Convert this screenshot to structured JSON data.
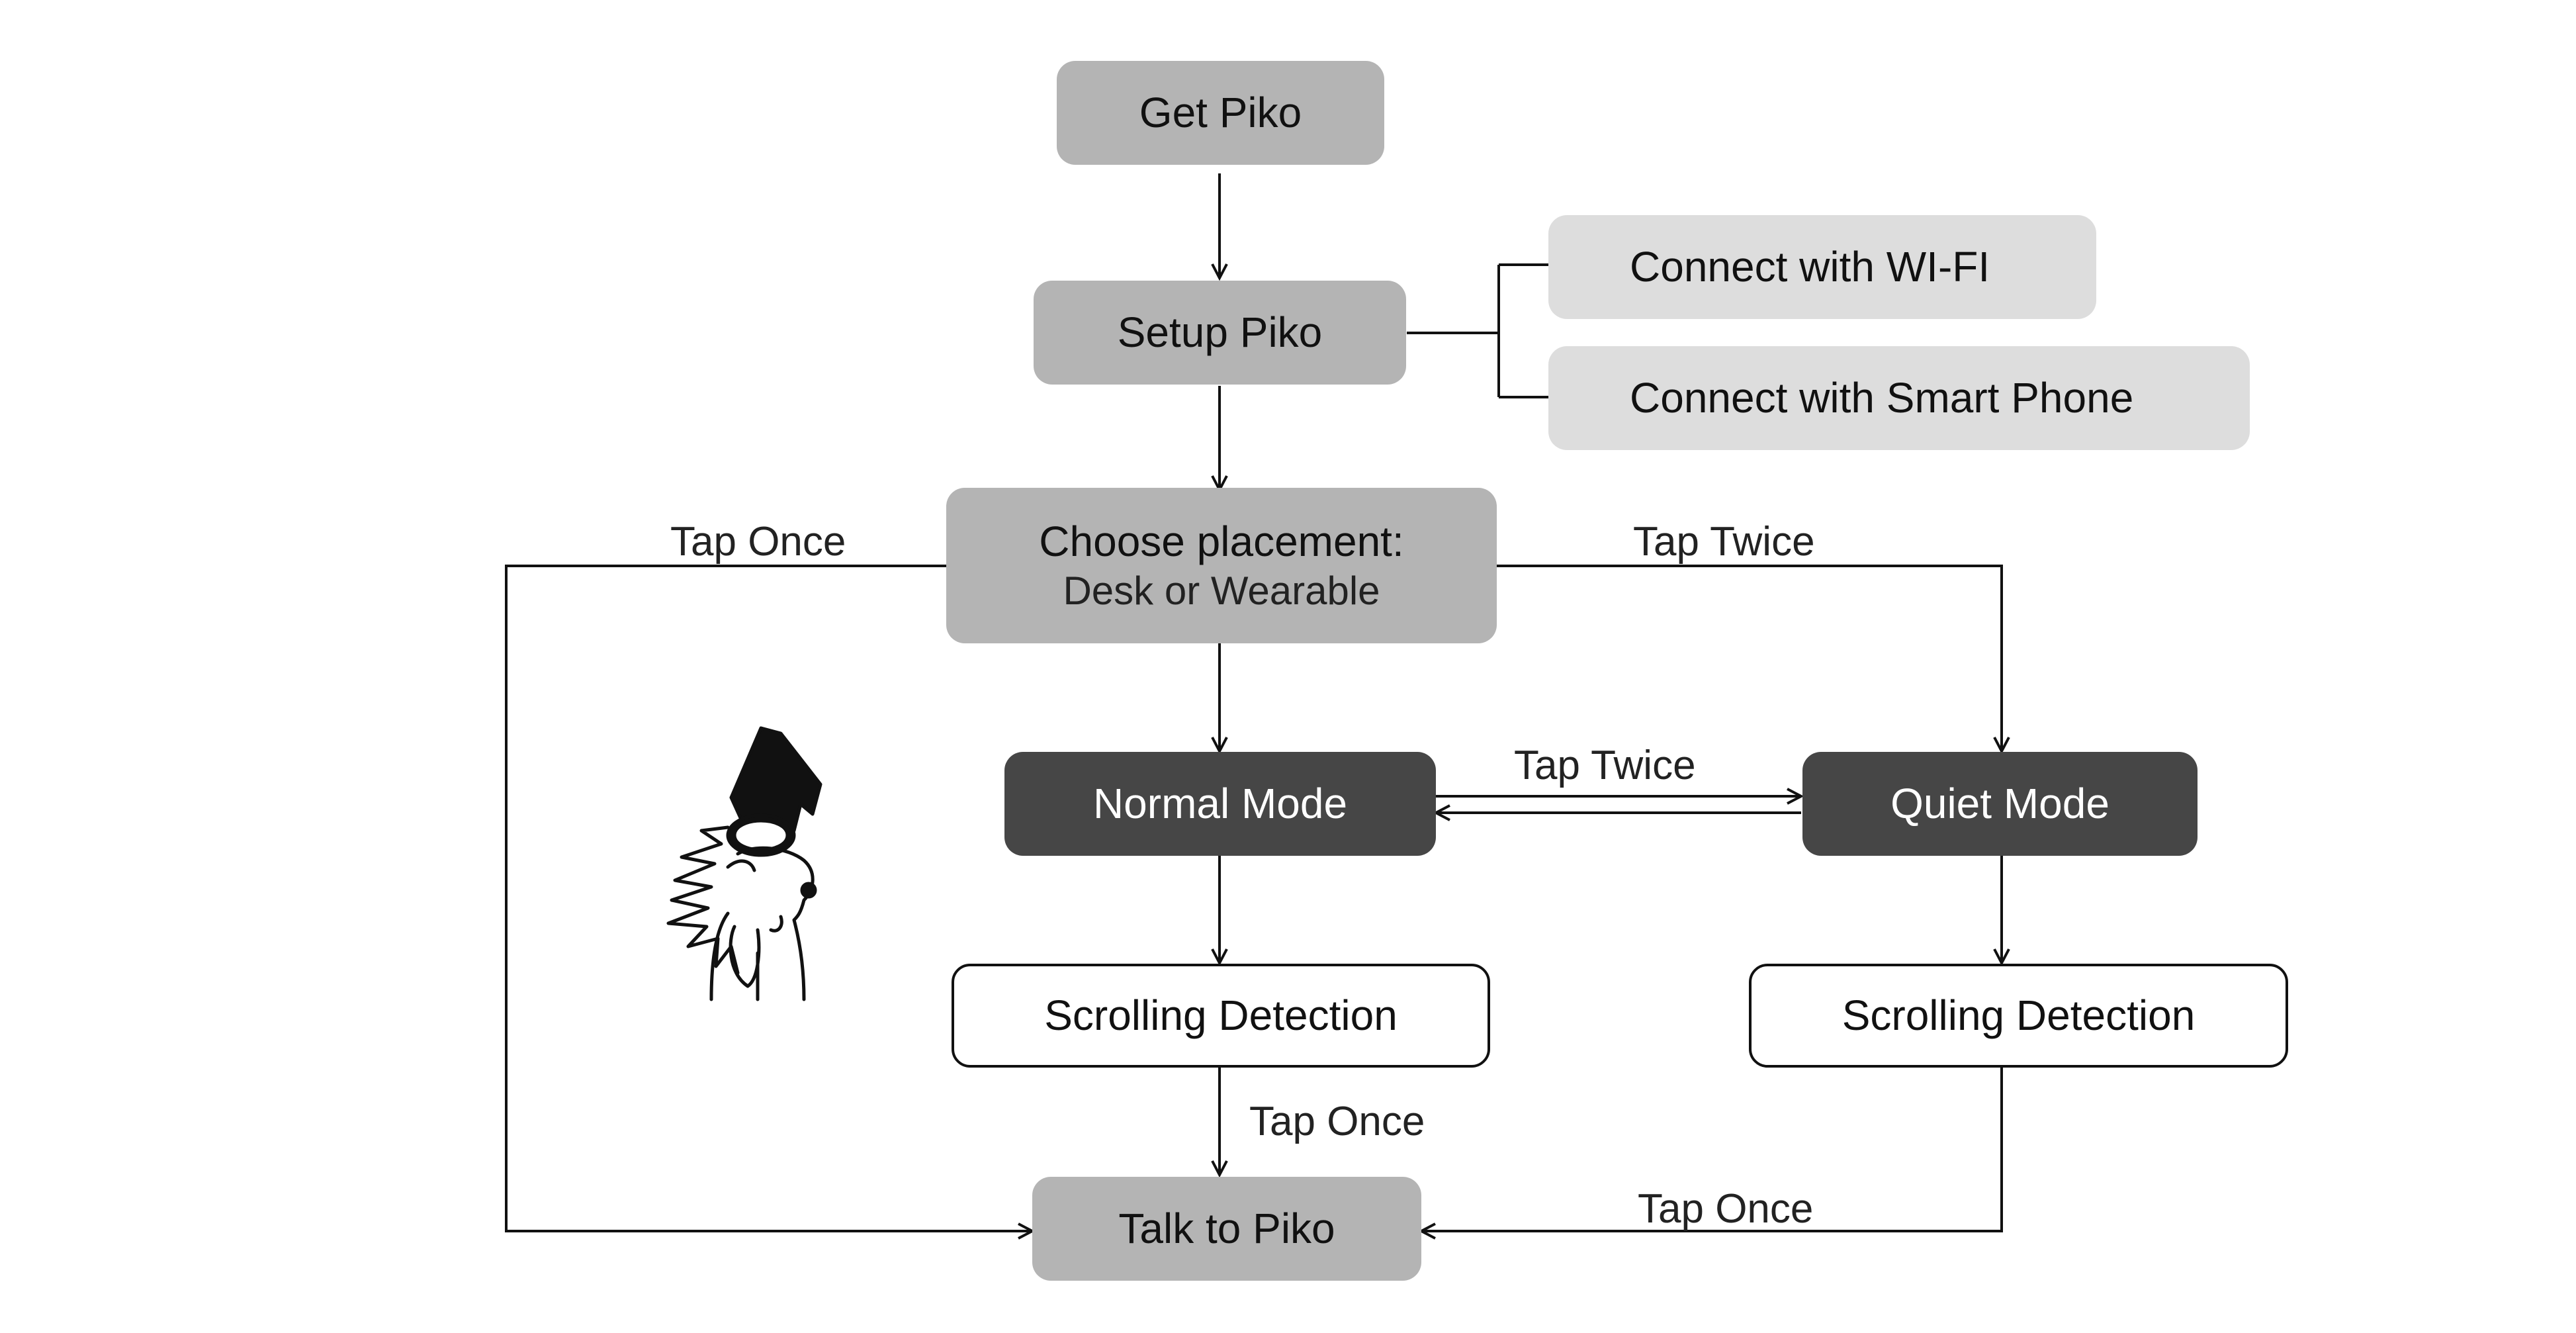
{
  "nodes": {
    "get_piko": "Get Piko",
    "setup_piko": "Setup Piko",
    "connect_wifi": "Connect with WI-FI",
    "connect_phone": "Connect with Smart Phone",
    "choose_placement_title": "Choose placement:",
    "choose_placement_sub": "Desk or Wearable",
    "normal_mode": "Normal Mode",
    "quiet_mode": "Quiet Mode",
    "scrolling_left": "Scrolling Detection",
    "scrolling_right": "Scrolling Detection",
    "talk_to_piko": "Talk to Piko"
  },
  "edge_labels": {
    "tap_once_left": "Tap Once",
    "tap_twice_right": "Tap Twice",
    "tap_twice_modes": "Tap Twice",
    "tap_once_center": "Tap Once",
    "tap_once_bottom_right": "Tap Once"
  },
  "illustration": {
    "name": "hand-petting-hedgehog-icon"
  },
  "colors": {
    "mid_gray": "#b4b4b4",
    "light_gray": "#dddddd",
    "dark_gray": "#464646",
    "line": "#111111"
  }
}
